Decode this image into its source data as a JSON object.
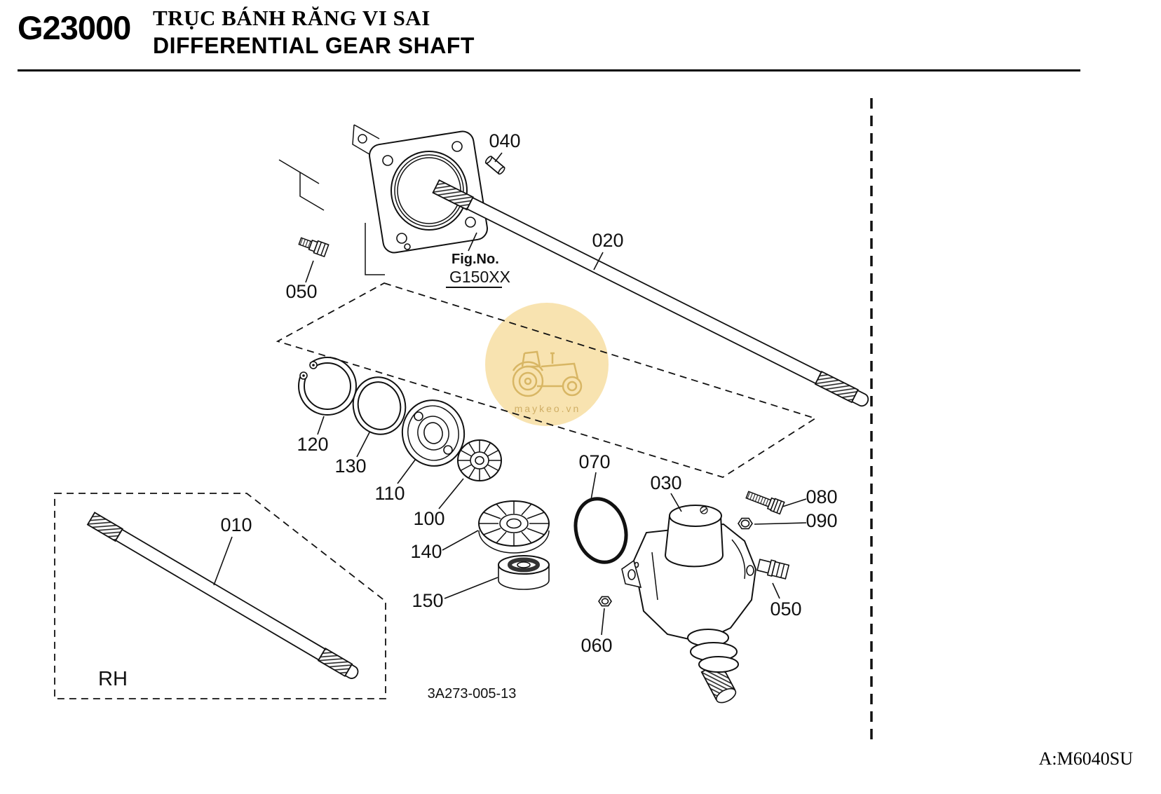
{
  "header": {
    "code": "G23000",
    "title_vi": "TRỤC BÁNH RĂNG VI SAI",
    "title_en": "DIFFERENTIAL GEAR SHAFT"
  },
  "figure": {
    "fig_label": "Fig.No.",
    "fig_value": "G150XX",
    "drawing_no": "3A273-005-13",
    "side_label": "RH"
  },
  "callouts": {
    "c010": "010",
    "c020": "020",
    "c030": "030",
    "c040": "040",
    "c050": "050",
    "c060": "060",
    "c070": "070",
    "c080": "080",
    "c090": "090",
    "c100": "100",
    "c110": "110",
    "c120": "120",
    "c130": "130",
    "c140": "140",
    "c150": "150"
  },
  "watermark": {
    "text": "maykeo.vn",
    "fill": "#f5d584",
    "line": "#cfa53e",
    "text_color": "#c49a3f"
  },
  "footer": {
    "code": "A:M6040SU"
  },
  "colors": {
    "line": "#111111",
    "background": "#ffffff"
  }
}
